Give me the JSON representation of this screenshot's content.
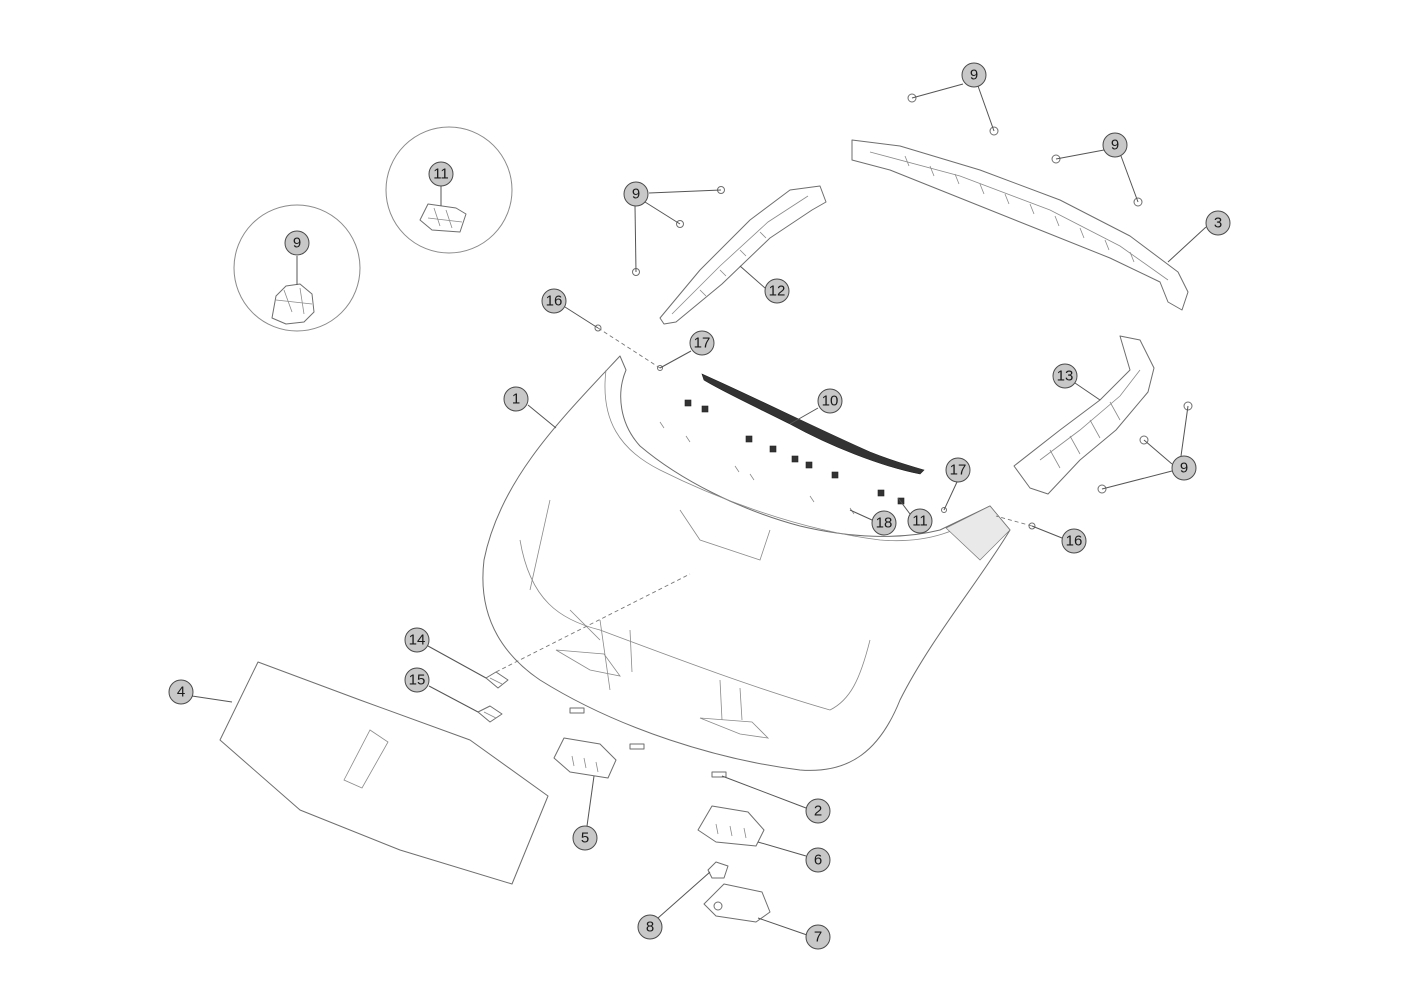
{
  "callouts": [
    {
      "id": "c-9-a",
      "label": "9"
    },
    {
      "id": "c-9-b",
      "label": "9"
    },
    {
      "id": "c-9-c",
      "label": "9"
    },
    {
      "id": "c-9-d",
      "label": "9"
    },
    {
      "id": "c-9-e",
      "label": "9"
    },
    {
      "id": "c-11-a",
      "label": "11"
    },
    {
      "id": "c-11-b",
      "label": "11"
    },
    {
      "id": "c-3",
      "label": "3"
    },
    {
      "id": "c-12",
      "label": "12"
    },
    {
      "id": "c-16-a",
      "label": "16"
    },
    {
      "id": "c-16-b",
      "label": "16"
    },
    {
      "id": "c-17-a",
      "label": "17"
    },
    {
      "id": "c-17-b",
      "label": "17"
    },
    {
      "id": "c-1",
      "label": "1"
    },
    {
      "id": "c-10",
      "label": "10"
    },
    {
      "id": "c-13",
      "label": "13"
    },
    {
      "id": "c-18",
      "label": "18"
    },
    {
      "id": "c-14",
      "label": "14"
    },
    {
      "id": "c-15",
      "label": "15"
    },
    {
      "id": "c-4",
      "label": "4"
    },
    {
      "id": "c-5",
      "label": "5"
    },
    {
      "id": "c-2",
      "label": "2"
    },
    {
      "id": "c-6",
      "label": "6"
    },
    {
      "id": "c-8",
      "label": "8"
    },
    {
      "id": "c-7",
      "label": "7"
    }
  ]
}
